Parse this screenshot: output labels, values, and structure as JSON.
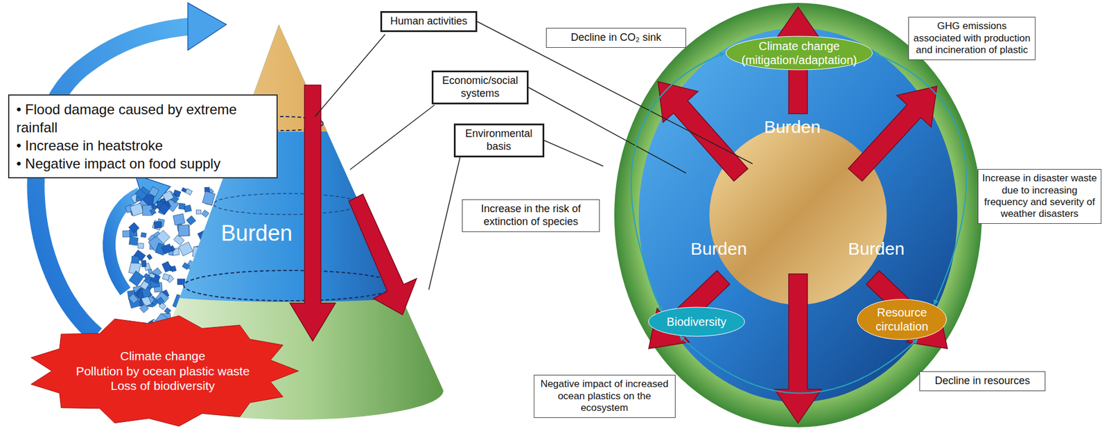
{
  "diagram": {
    "nodes": [
      {
        "text": [
          "Human activities"
        ]
      },
      {
        "text": [
          "• Flood damage caused by extreme rainfall",
          "• Increase in heatstroke",
          "• Negative impact on food supply"
        ]
      },
      {
        "text": [
          "Economic/social systems"
        ]
      },
      {
        "text": [
          "Decline in CO₂ sink"
        ]
      },
      {
        "text": [
          "Climate change (mitigation/adaptation)"
        ]
      },
      {
        "text": [
          "GHG emissions associated with production and incineration of plastic"
        ]
      },
      {
        "text": [
          "Environmental basis"
        ]
      },
      {
        "text": [
          "Increase in disaster waste due to increasing frequency and severity of weather disasters"
        ]
      },
      {
        "text": [
          "Increase in the risk of extinction of species"
        ]
      },
      {
        "text": [
          "Biodiversity"
        ]
      },
      {
        "text": [
          "Resource circulation"
        ]
      },
      {
        "text": [
          "Climate change",
          "Pollution by ocean plastic waste",
          "Loss of biodiversity"
        ]
      },
      {
        "text": [
          "Negative impact of increased ocean plastics on the ecosystem"
        ]
      },
      {
        "text": [
          "Decline in resources"
        ]
      }
    ],
    "edges": [
      {
        "from": 4,
        "to": 9,
        "arrow": "both"
      },
      {
        "from": 4,
        "to": 10,
        "arrow": "both"
      },
      {
        "from": 9,
        "to": 10,
        "arrow": "both"
      }
    ],
    "labels": [
      "Burden",
      "Burden",
      "Burden",
      "Burden"
    ]
  }
}
